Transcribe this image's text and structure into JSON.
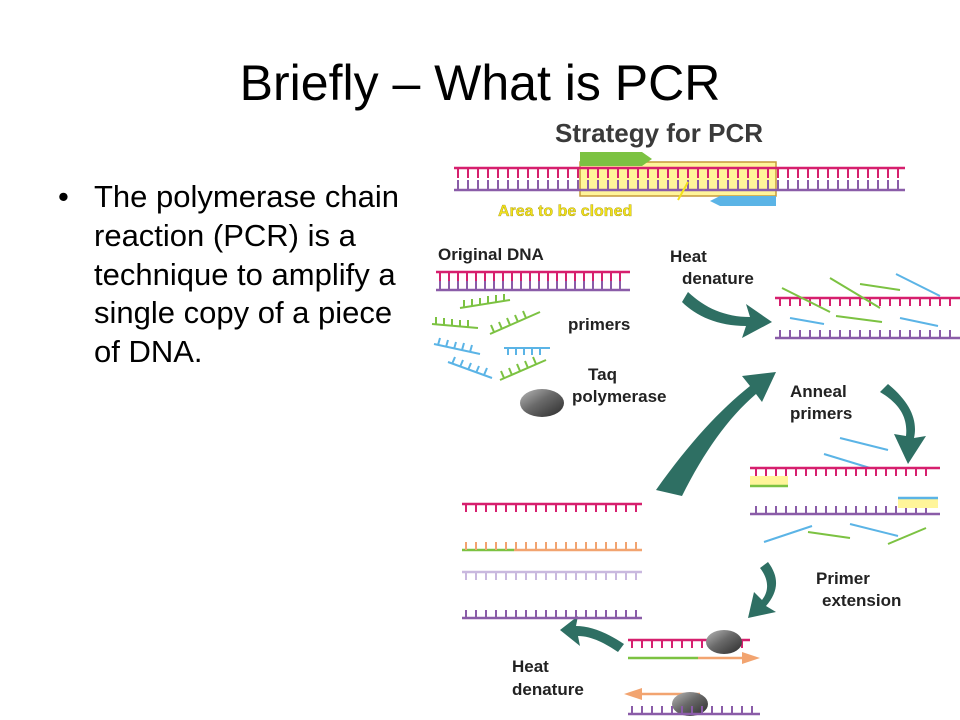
{
  "slide": {
    "title": "Briefly – What is PCR",
    "bullet": "The polymerase chain reaction (PCR) is a technique to amplify a single copy of a piece of DNA."
  },
  "figure": {
    "heading": "Strategy for PCR",
    "labels": {
      "area_to_be_cloned": "Area to be cloned",
      "original_dna": "Original DNA",
      "heat_denature_1": "Heat",
      "heat_denature_2": "denature",
      "primers": "primers",
      "taq_1": "Taq",
      "taq_2": "polymerase",
      "anneal_1": "Anneal",
      "anneal_2": "primers",
      "extension_1": "Primer",
      "extension_2": "extension",
      "heat2_1": "Heat",
      "heat2_2": "denature"
    },
    "colors": {
      "top_strand": "#d6206e",
      "bottom_strand": "#8a5ca8",
      "primer_green": "#7cc242",
      "primer_blue": "#5bb4e6",
      "highlight_box": "#fff59a",
      "label_yellow": "#f2e21a",
      "arrow_teal": "#2e6f63",
      "new_strand_orange": "#f2a470"
    }
  }
}
